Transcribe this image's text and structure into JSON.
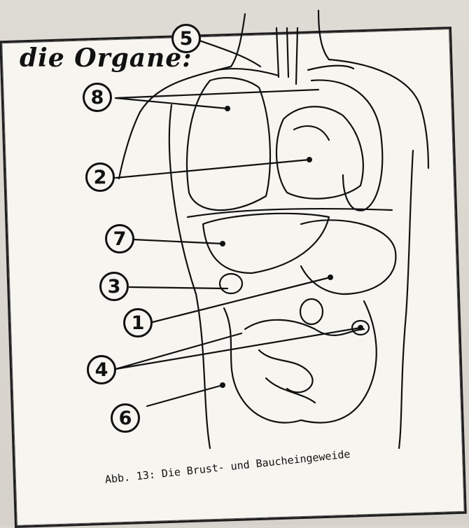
{
  "title": "die Organe:",
  "caption": "Abb. 13: Die Brust- und Baucheingeweide",
  "labels": [
    {
      "num": "5"
    },
    {
      "num": "8"
    },
    {
      "num": "2"
    },
    {
      "num": "7"
    },
    {
      "num": "3"
    },
    {
      "num": "1"
    },
    {
      "num": "4"
    },
    {
      "num": "6"
    }
  ],
  "colors": {
    "ink": "#111111",
    "paper": "#f7f5f0",
    "background": "#d9d6cf"
  }
}
